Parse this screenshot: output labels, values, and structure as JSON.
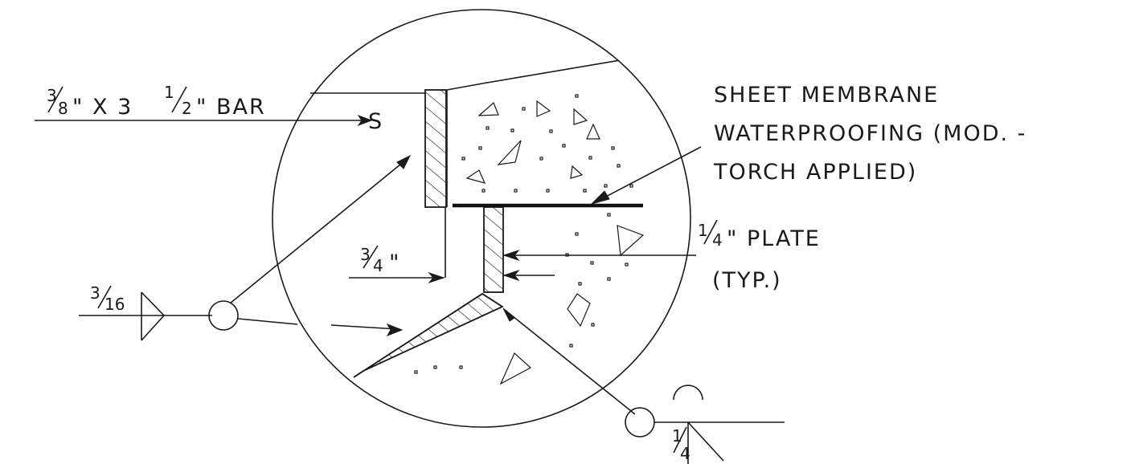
{
  "callouts": {
    "bar": {
      "numerator": "3",
      "denominator": "8",
      "mid": "\" X 3",
      "frac2_num": "1",
      "frac2_den": "2",
      "tail": "\" BAR"
    },
    "membrane": {
      "line1": "SHEET MEMBRANE",
      "line2": "WATERPROOFING (MOD. -",
      "line3": "TORCH APPLIED)"
    },
    "plate": {
      "numerator": "1",
      "denominator": "4",
      "tail": "\" PLATE",
      "line2": "(TYP.)"
    },
    "gap": {
      "numerator": "3",
      "denominator": "4",
      "tail": "\""
    },
    "weld_left": {
      "numerator": "3",
      "denominator": "16"
    },
    "weld_bottom": {
      "numerator": "1",
      "denominator": "4"
    }
  },
  "symbols": {
    "weld_left": "fillet-weld-symbol-icon",
    "weld_bottom": "fillet-weld-symbol-icon",
    "all_around_left": "weld-all-around-circle-icon",
    "all_around_bottom": "weld-all-around-circle-icon",
    "tail_marker": "weld-tail-s-icon"
  },
  "colors": {
    "ink": "#1a1a1a",
    "background": "#ffffff"
  }
}
